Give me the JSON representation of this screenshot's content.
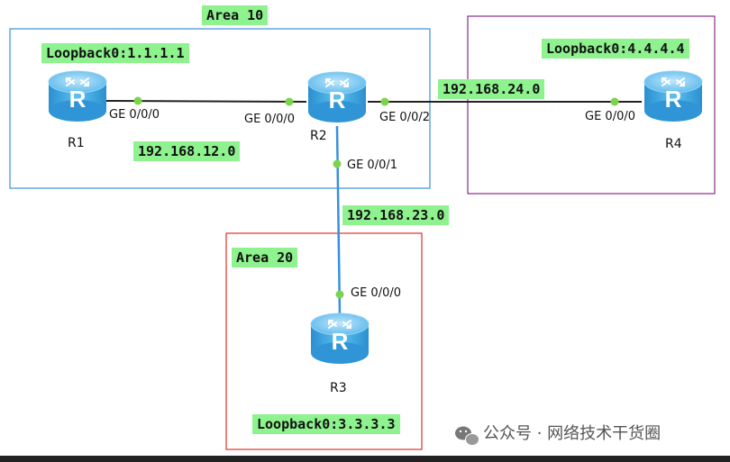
{
  "areas": {
    "area10": {
      "label": "Area 10",
      "color": "#3a8fde"
    },
    "area20": {
      "label": "Area 20",
      "color": "#e03030"
    },
    "area_r4": {
      "color": "#8a2a8a"
    }
  },
  "routers": {
    "r1": {
      "name": "R1",
      "loopback": "Loopback0:1.1.1.1",
      "ports": {
        "ge000": "GE 0/0/0"
      }
    },
    "r2": {
      "name": "R2",
      "ports": {
        "ge000": "GE 0/0/0",
        "ge001": "GE 0/0/1",
        "ge002": "GE 0/0/2"
      }
    },
    "r3": {
      "name": "R3",
      "loopback": "Loopback0:3.3.3.3",
      "ports": {
        "ge000": "GE 0/0/0"
      }
    },
    "r4": {
      "name": "R4",
      "loopback": "Loopback0:4.4.4.4",
      "ports": {
        "ge000": "GE 0/0/0"
      }
    }
  },
  "networks": {
    "n12": "192.168.12.0",
    "n23": "192.168.23.0",
    "n24": "192.168.24.0"
  },
  "watermark": {
    "text": "公众号 · 网络技术干货圈",
    "icon": "wechat-icon"
  },
  "colors": {
    "label_bg": "#8ef28e",
    "link": "#222222",
    "link_vertical": "#3a8fde",
    "port_dot": "#7cd44a",
    "router": "#3ea9e6"
  }
}
